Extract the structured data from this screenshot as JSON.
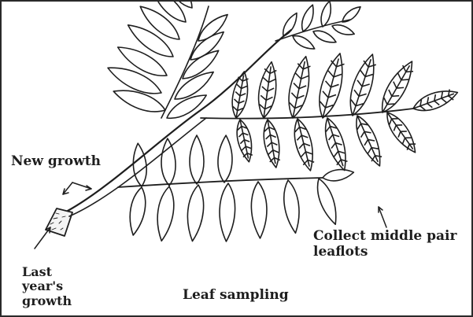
{
  "labels": {
    "new_growth": "New growth",
    "collect": "Collect middle pair\nleaflots",
    "last_years": "Last\nyear's\ngrowth",
    "caption": "Leaf sampling"
  },
  "colors": {
    "ink": "#1e1e1e",
    "paper": "#ffffff",
    "frame": "#2a2a2a"
  }
}
